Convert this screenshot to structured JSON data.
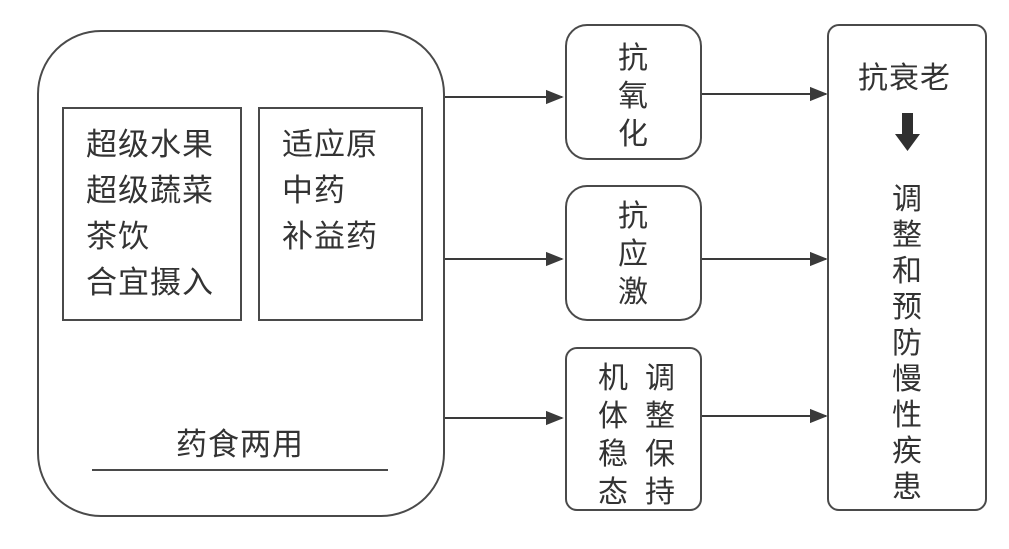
{
  "source_box": {
    "left_panel_lines": [
      "超级水果",
      "超级蔬菜",
      "茶饮",
      "合宜摄入"
    ],
    "right_panel_lines": [
      "适应原",
      "中药",
      "补益药"
    ],
    "caption": "药食两用"
  },
  "middle_boxes": {
    "antioxidation": "抗氧化",
    "antistress": "抗应激",
    "homeostasis_col1": "机体稳态",
    "homeostasis_col2": "调整保持"
  },
  "result_box": {
    "title": "抗衰老",
    "body": "调整和预防慢性疾患"
  }
}
